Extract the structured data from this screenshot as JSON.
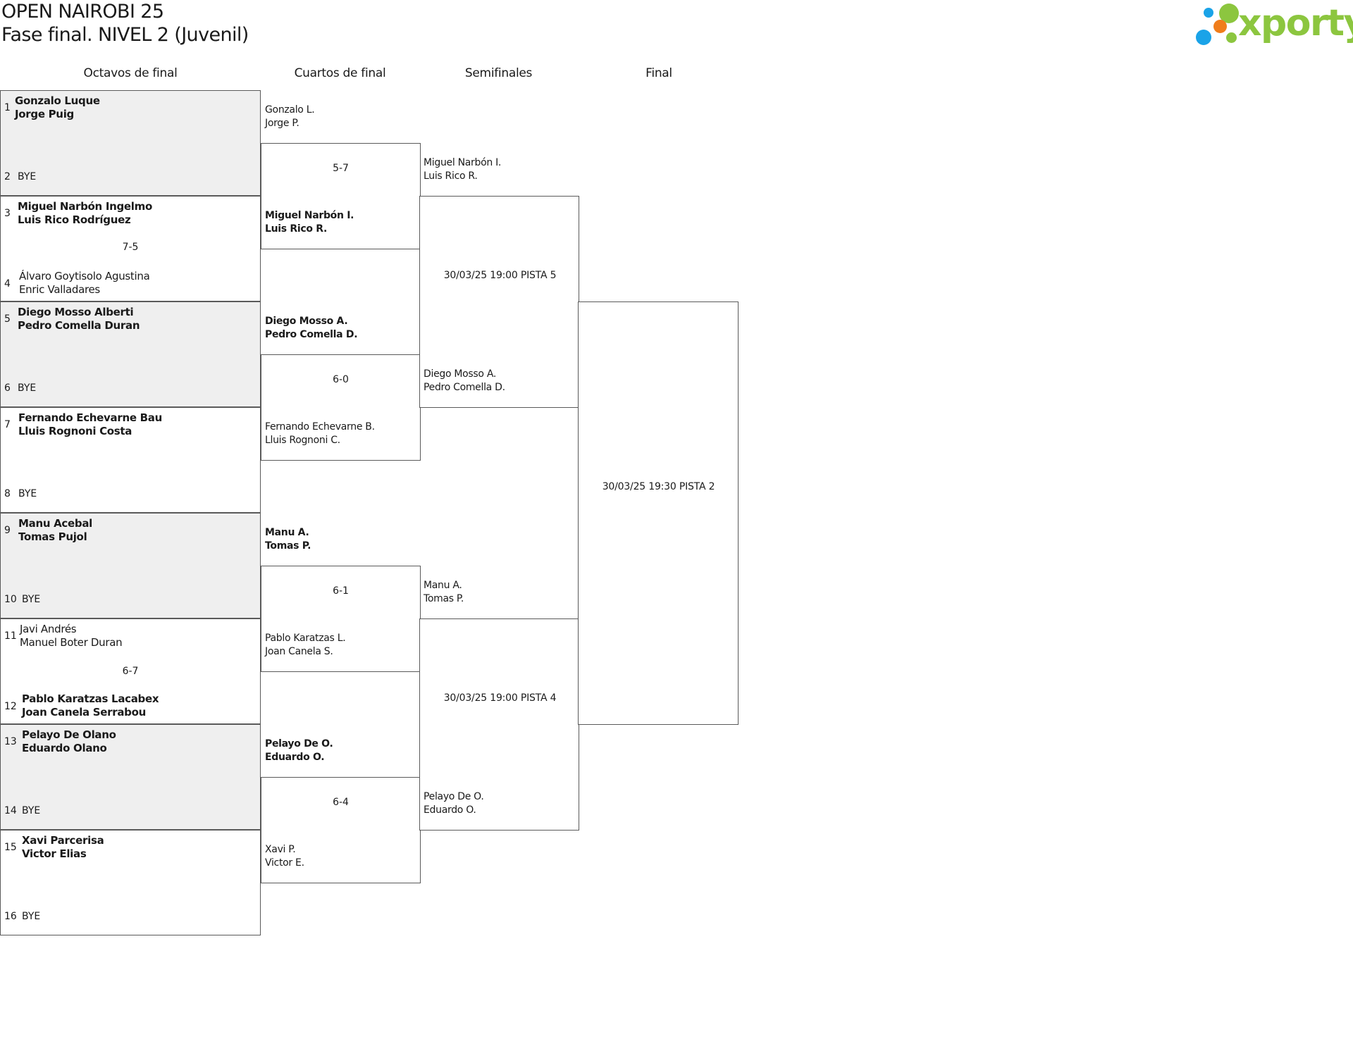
{
  "header": {
    "title": "OPEN NAIROBI 25",
    "subtitle": "Fase final. NIVEL 2 (Juvenil)",
    "logo_text": "xporty",
    "logo_colors": [
      "#8cc63f",
      "#1aa3e8",
      "#f07d1a"
    ]
  },
  "rounds": {
    "r16": "Octavos de final",
    "qf": "Cuartos de final",
    "sf": "Semifinales",
    "final": "Final"
  },
  "round16": [
    {
      "seed_a": "1",
      "a1": "Gonzalo Luque",
      "a2": "Jorge Puig",
      "seed_b": "2",
      "b1": "BYE",
      "b2": "",
      "score": ""
    },
    {
      "seed_a": "3",
      "a1": "Miguel Narbón Ingelmo",
      "a2": "Luis Rico Rodríguez",
      "seed_b": "4",
      "b1": "Álvaro Goytisolo Agustina",
      "b2": "Enric Valladares",
      "score": "7-5"
    },
    {
      "seed_a": "5",
      "a1": "Diego Mosso Alberti",
      "a2": "Pedro Comella Duran",
      "seed_b": "6",
      "b1": "BYE",
      "b2": "",
      "score": ""
    },
    {
      "seed_a": "7",
      "a1": "Fernando Echevarne Bau",
      "a2": "Lluis Rognoni Costa",
      "seed_b": "8",
      "b1": "BYE",
      "b2": "",
      "score": ""
    },
    {
      "seed_a": "9",
      "a1": "Manu Acebal",
      "a2": "Tomas Pujol",
      "seed_b": "10",
      "b1": "BYE",
      "b2": "",
      "score": ""
    },
    {
      "seed_a": "11",
      "a1": "Javi Andrés",
      "a2": "Manuel Boter Duran",
      "seed_b": "12",
      "b1": "Pablo Karatzas Lacabex",
      "b2": "Joan Canela Serrabou",
      "score": "6-7"
    },
    {
      "seed_a": "13",
      "a1": "Pelayo De Olano",
      "a2": "Eduardo Olano",
      "seed_b": "14",
      "b1": "BYE",
      "b2": "",
      "score": ""
    },
    {
      "seed_a": "15",
      "a1": "Xavi Parcerisa",
      "a2": "Victor Elias",
      "seed_b": "16",
      "b1": "BYE",
      "b2": "",
      "score": ""
    }
  ],
  "quarterfinals": [
    {
      "top1": "Gonzalo L.",
      "top2": "Jorge P.",
      "score": "5-7",
      "bot1": "Miguel Narbón I.",
      "bot2": "Luis Rico R."
    },
    {
      "top1": "Diego Mosso A.",
      "top2": "Pedro Comella D.",
      "score": "6-0",
      "bot1": "Fernando Echevarne B.",
      "bot2": "Lluis Rognoni C."
    },
    {
      "top1": "Manu A.",
      "top2": "Tomas P.",
      "score": "6-1",
      "bot1": "Pablo Karatzas L.",
      "bot2": "Joan Canela S."
    },
    {
      "top1": "Pelayo De O.",
      "top2": "Eduardo O.",
      "score": "6-4",
      "bot1": "Xavi P.",
      "bot2": "Victor E."
    }
  ],
  "semifinals": [
    {
      "top1": "Miguel Narbón I.",
      "top2": "Luis Rico R.",
      "schedule": "30/03/25 19:00 PISTA 5",
      "bot1": "Diego Mosso A.",
      "bot2": "Pedro Comella D."
    },
    {
      "top1": "Manu A.",
      "top2": "Tomas P.",
      "schedule": "30/03/25 19:00 PISTA 4",
      "bot1": "Pelayo De O.",
      "bot2": "Eduardo O."
    }
  ],
  "final": {
    "schedule": "30/03/25 19:30 PISTA 2"
  }
}
